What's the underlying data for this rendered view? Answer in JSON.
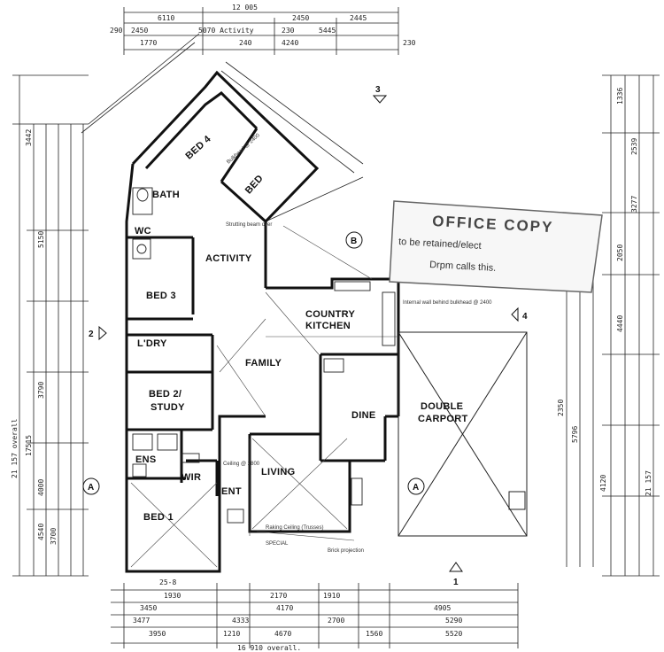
{
  "rooms": {
    "bed4": "BED 4",
    "bed": "BED",
    "bath": "BATH",
    "wc": "WC",
    "activity": "ACTIVITY",
    "bed3": "BED 3",
    "country_kitchen_1": "COUNTRY",
    "country_kitchen_2": "KITCHEN",
    "laundry": "L'DRY",
    "family": "FAMILY",
    "bed2_1": "BED 2/",
    "bed2_2": "STUDY",
    "dine": "DINE",
    "double_carport_1": "DOUBLE",
    "double_carport_2": "CARPORT",
    "ens": "ENS",
    "wir": "WIR",
    "living": "LIVING",
    "ent": "ENT",
    "bed1": "BED 1"
  },
  "stamp": {
    "title": "OFFICE COPY",
    "line1": "to be retained/elect",
    "line2": "Drpm calls this."
  },
  "markers": {
    "section_a_left": "A",
    "section_a_right": "A",
    "section_b": "B",
    "elevation_1": "1",
    "elevation_2": "2",
    "elevation_3": "3",
    "elevation_4": "4"
  },
  "dimensions": {
    "top_overall": "12 005",
    "top_row_1": [
      "6110",
      "2450",
      "2445"
    ],
    "top_row_2": [
      "290",
      "2450",
      "5070 Activity",
      "230",
      "5445"
    ],
    "top_row_3": [
      "1770",
      "240",
      "4240",
      "230"
    ],
    "bottom_row_1": [
      "25-8",
      "1930",
      "2170",
      "1910"
    ],
    "bottom_row_2": [
      "3450",
      "4170",
      "4905"
    ],
    "bottom_row_3": [
      "3477",
      "4333",
      "2700",
      "5290"
    ],
    "bottom_row_4": [
      "3950",
      "1210",
      "4670",
      "1560",
      "5520"
    ],
    "bottom_overall": "16 910 overall.",
    "left_overall": "21 157 overall",
    "left_secondary": "17515",
    "left_segments": [
      "3442",
      "5150",
      "4000",
      "3790",
      "4540",
      "3700"
    ],
    "right_overall": "21 157",
    "right_segments": [
      "1336",
      "2539",
      "3277",
      "2050",
      "4440",
      "5796",
      "2350",
      "4120"
    ],
    "small_notes": [
      "Bulkhead @ 2400",
      "Strutting beam over",
      "Internal wall behind bulkhead @ 2400",
      "Ceiling @ 2800",
      "Raking Ceiling (Trusses)",
      "Brick projection",
      "SPECIAL"
    ]
  }
}
